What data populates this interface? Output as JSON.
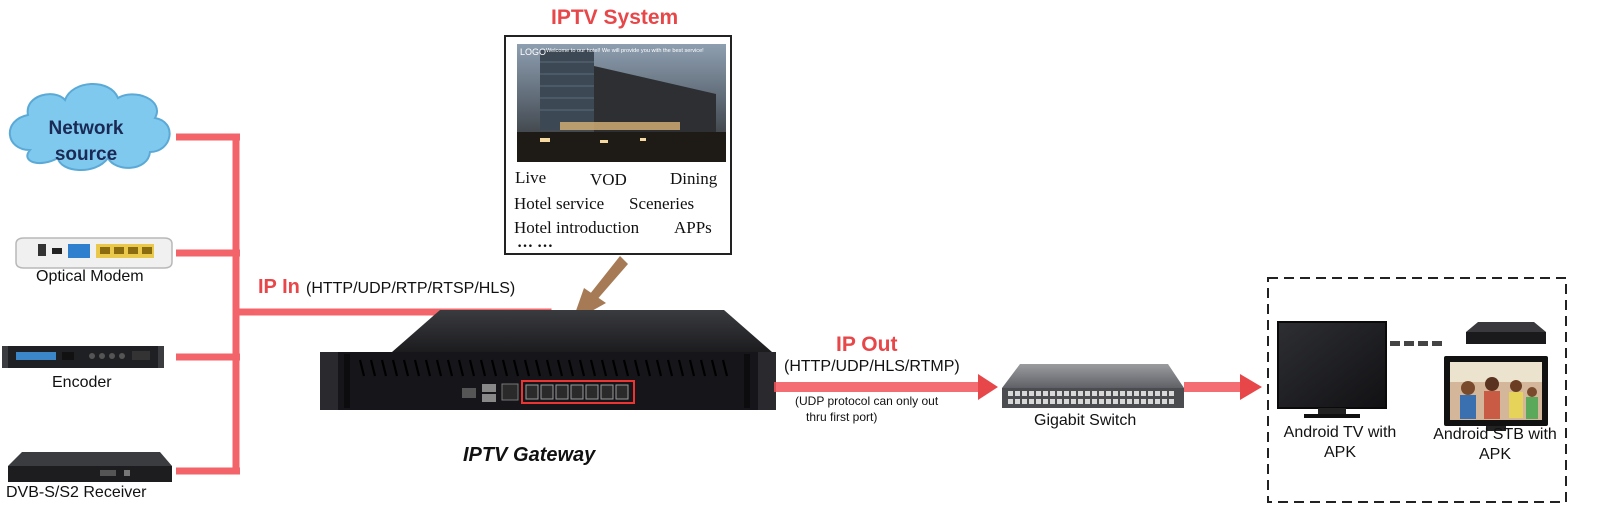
{
  "sources": {
    "network_source": "Network\nsource",
    "optical_modem": "Optical Modem",
    "encoder": "Encoder",
    "receiver": "DVB-S/S2 Receiver"
  },
  "ip_in": {
    "label": "IP In",
    "protocols": "(HTTP/UDP/RTP/RTSP/HLS)"
  },
  "iptv_system": {
    "title": "IPTV System",
    "screen_banner": "Welcome to our hotel! We will provide you with the best service!",
    "screen_logo": "LOGO",
    "menu_row1": [
      "Live",
      "VOD",
      "Dining"
    ],
    "menu_row2": [
      "Hotel service",
      "Sceneries"
    ],
    "menu_row3": [
      "Hotel introduction",
      "APPs"
    ],
    "menu_more": "… …"
  },
  "gateway": {
    "label": "IPTV Gateway"
  },
  "ip_out": {
    "label": "IP Out",
    "protocols": "(HTTP/UDP/HLS/RTMP)",
    "note_line1": "(UDP protocol can only out",
    "note_line2": "thru first port)"
  },
  "switch": {
    "label": "Gigabit Switch"
  },
  "clients": {
    "tv_line1": "Android TV with",
    "tv_line2": "APK",
    "stb_line1": "Android STB with",
    "stb_line2": "APK"
  },
  "colors": {
    "accent": "#e8474a",
    "line": "#f2545a",
    "arrow_brown": "#a57a55",
    "device": "#1c1c1e"
  }
}
